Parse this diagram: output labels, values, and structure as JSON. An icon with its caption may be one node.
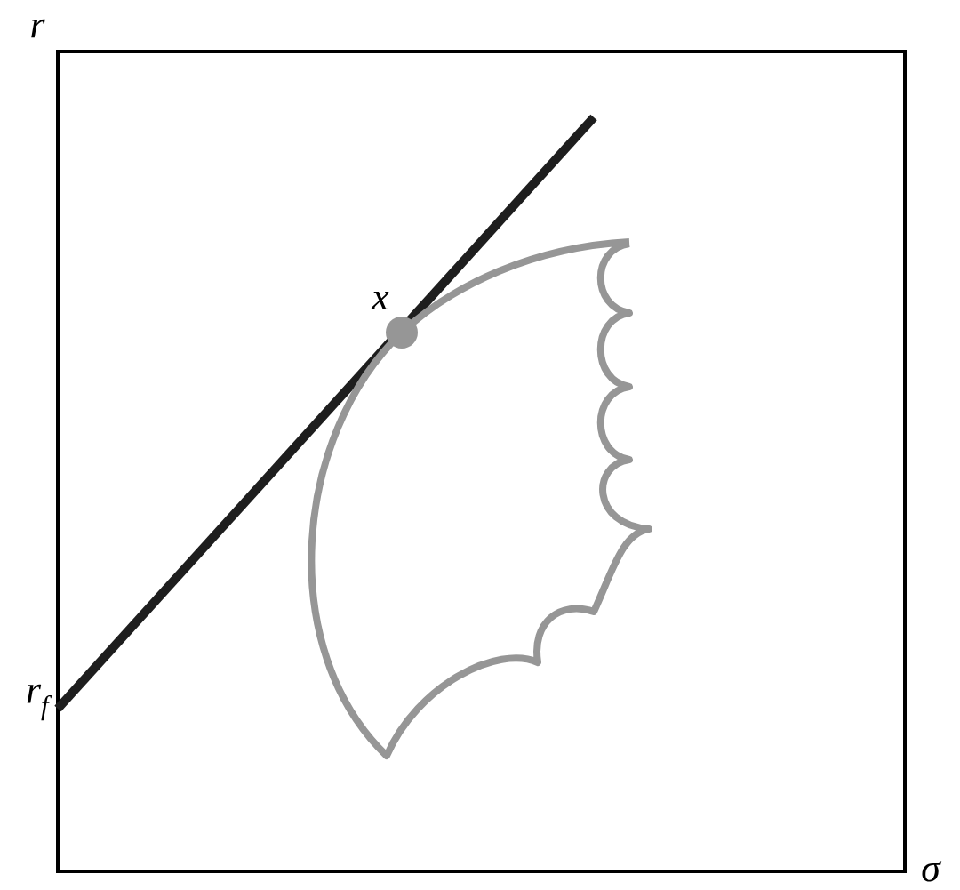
{
  "diagram": {
    "labels": [
      "r",
      "x",
      "r$_{f}$",
      "σ"
    ]
  }
}
